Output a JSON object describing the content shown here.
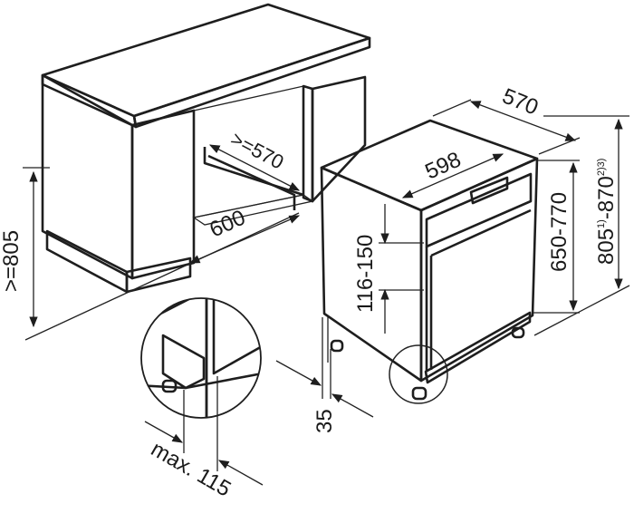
{
  "colors": {
    "face_light": "#e2e2e2",
    "face_mid": "#d0d0d0",
    "face_dark": "#b9b9b9",
    "line": "#1e1e1e",
    "background": "#ffffff"
  },
  "labels": {
    "counter_height": ">=805",
    "niche_depth": ">=570",
    "niche_width": "600",
    "appliance_depth": "570",
    "appliance_width": "598",
    "panel_height": "116-150",
    "appliance_height": "650-770",
    "adjust_height_prefix": "805",
    "adjust_height_sup1": "1)",
    "adjust_height_mid": "-870",
    "adjust_height_sup2": "2)3)",
    "plinth_depth": "35",
    "plinth_max": "max. 115"
  }
}
